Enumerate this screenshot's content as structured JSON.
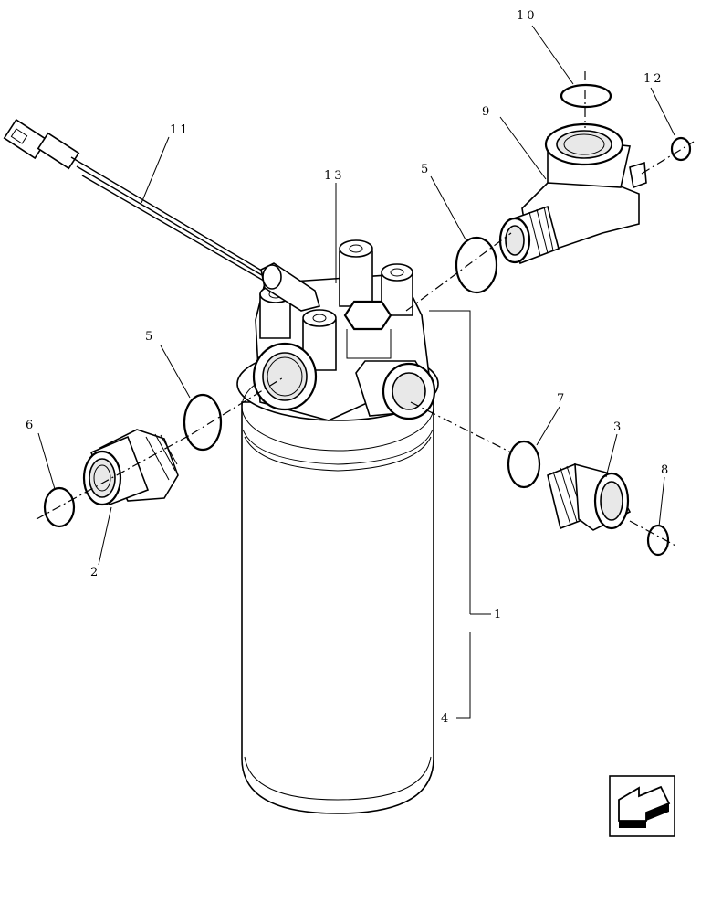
{
  "labels": {
    "l1": "1",
    "l2": "2",
    "l3": "3",
    "l4": "4",
    "l5a": "5",
    "l5b": "5",
    "l6": "6",
    "l7": "7",
    "l8": "8",
    "l9": "9",
    "l10": "10",
    "l11": "11",
    "l12": "12",
    "l13": "13"
  },
  "nav": {
    "icon": "back-arrow-icon"
  }
}
